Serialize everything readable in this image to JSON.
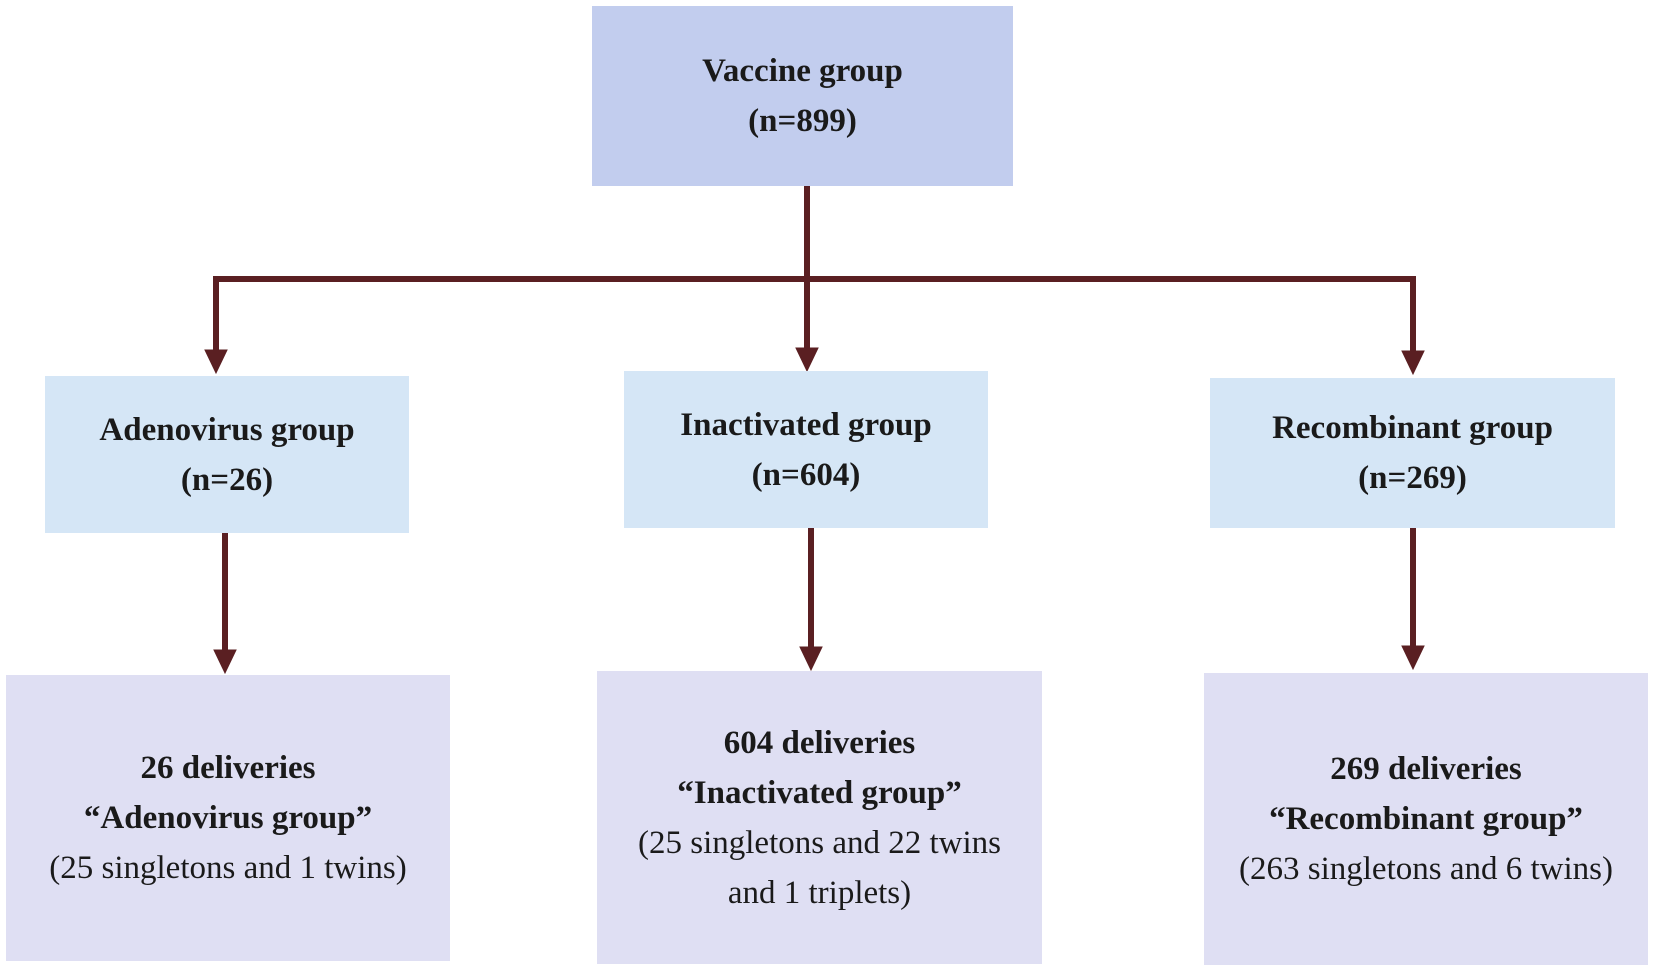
{
  "root": {
    "title": "Vaccine group",
    "count": "(n=899)"
  },
  "groups": [
    {
      "title": "Adenovirus group",
      "count": "(n=26)",
      "deliveries": "26 deliveries",
      "quoted": "“Adenovirus group”",
      "detail_1": "(25 singletons and 1 twins)",
      "detail_2": ""
    },
    {
      "title": "Inactivated group",
      "count": "(n=604)",
      "deliveries": "604 deliveries",
      "quoted": "“Inactivated group”",
      "detail_1": "(25 singletons and 22 twins",
      "detail_2": "and 1 triplets)"
    },
    {
      "title": "Recombinant group",
      "count": "(n=269)",
      "deliveries": "269 deliveries",
      "quoted": "“Recombinant group”",
      "detail_1": "(263 singletons and 6 twins)",
      "detail_2": ""
    }
  ],
  "colors": {
    "root_box": "#c2cdee",
    "group_box": "#d5e6f6",
    "delivery_box": "#dfdff3",
    "arrow": "#5a1f22"
  }
}
